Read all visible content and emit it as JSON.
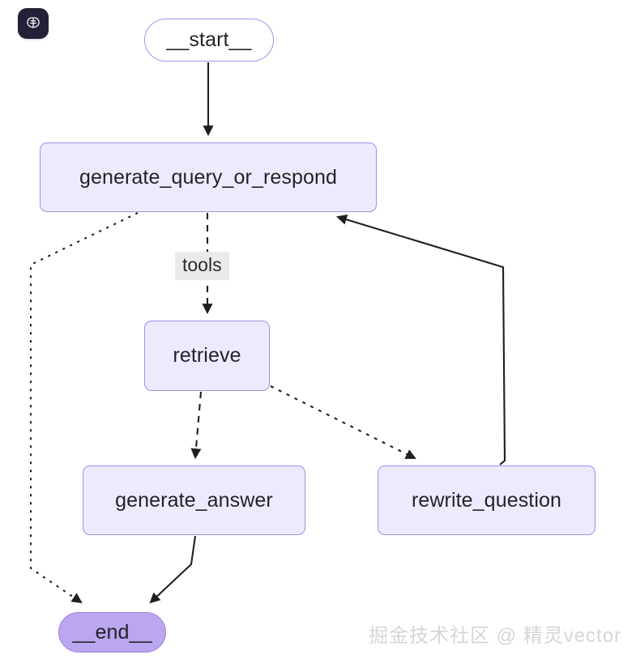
{
  "app": {
    "badge_icon": "brain-icon",
    "badge_bg": "#232138"
  },
  "theme": {
    "background": "#ffffff",
    "node_fill": "#eeeafd",
    "node_border": "#a78ee8",
    "end_node_fill": "#baa7ef",
    "start_node_fill": "#ffffff",
    "edge_color": "#1f1f1f",
    "edge_label_bg": "#eaeaea",
    "text_color": "#1f2328",
    "watermark_color": "#d6d6d6"
  },
  "graph": {
    "type": "flowchart",
    "nodes": [
      {
        "id": "start",
        "label": "__start__",
        "shape": "pill",
        "style": "start"
      },
      {
        "id": "generate_query",
        "label": "generate_query_or_respond",
        "shape": "rounded",
        "style": "default"
      },
      {
        "id": "retrieve",
        "label": "retrieve",
        "shape": "rounded",
        "style": "default"
      },
      {
        "id": "generate_answer",
        "label": "generate_answer",
        "shape": "rounded",
        "style": "default"
      },
      {
        "id": "rewrite_question",
        "label": "rewrite_question",
        "shape": "rounded",
        "style": "default"
      },
      {
        "id": "end",
        "label": "__end__",
        "shape": "pill",
        "style": "end"
      }
    ],
    "edges": [
      {
        "from": "start",
        "to": "generate_query",
        "style": "solid",
        "label": ""
      },
      {
        "from": "generate_query",
        "to": "retrieve",
        "style": "dashed",
        "label": "tools"
      },
      {
        "from": "generate_query",
        "to": "end",
        "style": "dotted",
        "label": ""
      },
      {
        "from": "retrieve",
        "to": "generate_answer",
        "style": "dashed",
        "label": ""
      },
      {
        "from": "retrieve",
        "to": "rewrite_question",
        "style": "dotted",
        "label": ""
      },
      {
        "from": "generate_answer",
        "to": "end",
        "style": "solid",
        "label": ""
      },
      {
        "from": "rewrite_question",
        "to": "generate_query",
        "style": "solid",
        "label": ""
      }
    ],
    "edge_labels": {
      "tools": "tools"
    }
  },
  "watermark": {
    "text": "掘金技术社区 @ 精灵vector"
  }
}
